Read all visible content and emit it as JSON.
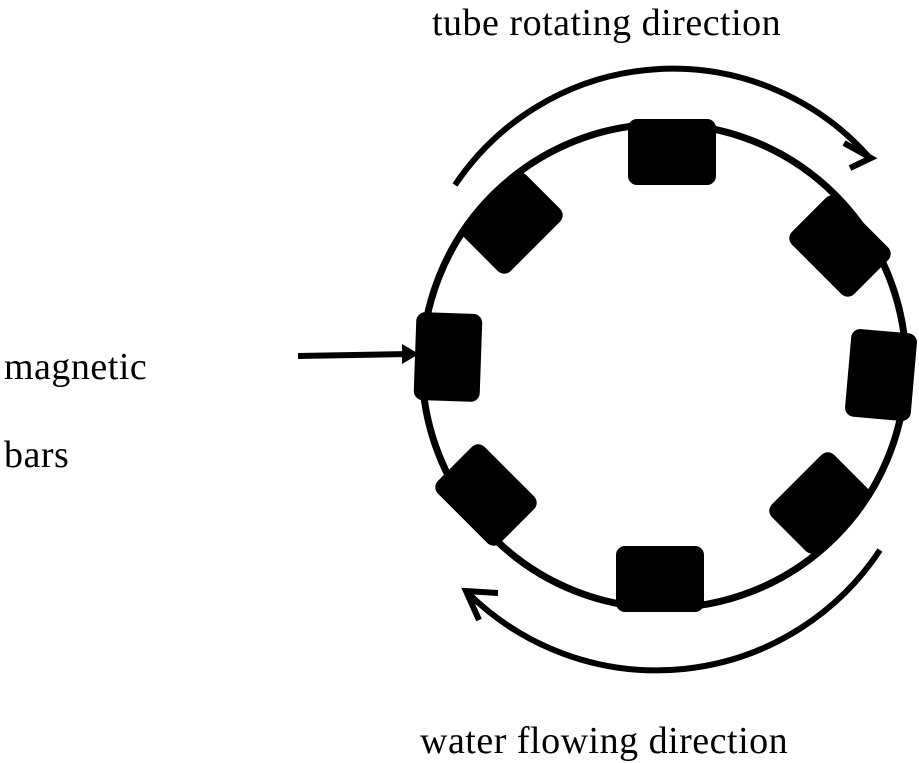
{
  "labels": {
    "tube_rotating": "tube rotating direction",
    "water_flowing": "water flowing direction",
    "magnetic": "magnetic",
    "bars": "bars"
  },
  "colors": {
    "ink": "#000000",
    "background": "#ffffff"
  },
  "magnetic_bar_count": 8
}
